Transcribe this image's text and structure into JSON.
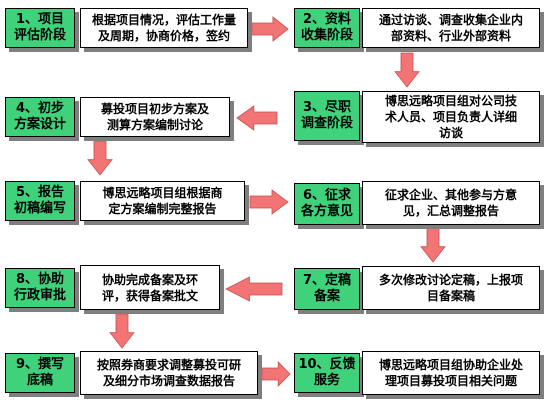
{
  "colors": {
    "label_bg": "#3fd27a",
    "arrow_fill": "#f27474",
    "arrow_stroke": "#c85050",
    "shadow": "#7f7f7f"
  },
  "steps": [
    {
      "label": "1、项目\n评估阶段",
      "desc": "根据项目情况，评估工作量\n及周期，协商价格，签约"
    },
    {
      "label": "2、资料\n收集阶段",
      "desc": "通过访谈、调查收集企业内\n部资料、行业外部资料"
    },
    {
      "label": "3、尽职\n调查阶段",
      "desc": "博思远略项目组对公司技\n术人员、项目负责人详细\n访谈"
    },
    {
      "label": "4、初步\n方案设计",
      "desc": "募投项目初步方案及\n测算方案编制讨论"
    },
    {
      "label": "5、报告\n初稿编写",
      "desc": "博思远略项目组根据商\n定方案编制完整报告"
    },
    {
      "label": "6、征求\n各方意见",
      "desc": "征求企业、其他参与方意\n见，汇总调整报告"
    },
    {
      "label": "7、定稿\n备案",
      "desc": "多次修改讨论定稿，上报项\n目备案稿"
    },
    {
      "label": "8、协助\n行政审批",
      "desc": "协助完成备案及环\n评，获得备案批文"
    },
    {
      "label": "9、撰写\n底稿",
      "desc": "按照券商要求调整募投可研\n及细分市场调查数据报告"
    },
    {
      "label": "10、反馈\n服务",
      "desc": "博思远略项目组协助企业处\n理项目募投项目相关问题"
    }
  ]
}
